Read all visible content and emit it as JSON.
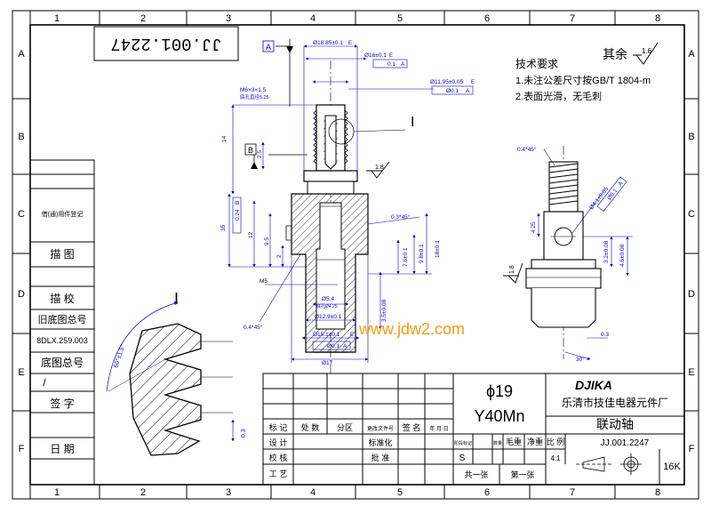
{
  "frame": {
    "columns": [
      "1",
      "2",
      "3",
      "4",
      "5",
      "6",
      "7",
      "8"
    ],
    "rows": [
      "A",
      "B",
      "C",
      "D",
      "E",
      "F"
    ]
  },
  "corner_code": "JJ.001.2247",
  "roughness_else": "其余",
  "roughness_else_value": "1.6",
  "tech_req": {
    "title": "技术要求",
    "item1": "1.未注公差尺寸按GB/T 1804-m",
    "item2": "2.表面光滑，无毛刺"
  },
  "side_block": {
    "registration": "借(通)用件登记",
    "draw": "描  图",
    "check": "描  校",
    "old_no_label": "旧底图总号",
    "old_no_value": "8DLX.259.003",
    "base_no_label": "底图总号",
    "slash": "/",
    "sign": "签  字",
    "date": "日  期"
  },
  "dims": {
    "d1": "Ø18.85±0.1",
    "d1_tag": "E",
    "d2": "Ø16±0.1",
    "d2_tag": "E",
    "d2_fcf_val": "0.1",
    "d2_fcf_ref": "A",
    "d3": "Ø11.95±0.05",
    "d3_tag": "E",
    "d3_fcf_val": "Ø0.1",
    "d3_fcf_ref": "A",
    "thread": "M6×3×1.5",
    "thread_note": "底孔直径5.25",
    "datum_a": "A",
    "datum_b": "B",
    "v14": "14",
    "v25": "2.5",
    "v35": "35",
    "v12": "12",
    "v95": "9.5",
    "v2": "2",
    "pos_fcf": "0.24",
    "pos_fcf_ref": "B",
    "chamfer_main": "0.3*45°",
    "v18": "18±0.1",
    "v98": "9.8±0.1",
    "v76": "7.6±0.1",
    "v3508": "3.5±0.08",
    "m5": "M5",
    "d54": "Ø5.4",
    "d54_note": "底孔Ø4.25",
    "d129": "Ø12.9±0.1",
    "d151": "Ø15.1±0.1",
    "d151_tag": "E",
    "bottom_fcf_val": "Ø0.1",
    "bottom_fcf_ref": "A",
    "d17": "Ø17",
    "chamfer_left": "0.4*45°",
    "rough_18": "1.8",
    "detail_label": "I",
    "detail_angle": "60°±1.5°",
    "detail_03": "0.3",
    "r_chamfer": "0.4*45°",
    "r_d41": "Ø4.1±0.05",
    "r_fcf_val": "Ø0.1",
    "r_fcf_ref": "A",
    "r_425": "4.25",
    "r_32": "3.2±0.08",
    "r_45": "4.5±0.08",
    "r_18": "1.8",
    "r_03": "0.3",
    "r_30": "30°"
  },
  "watermark": "www.jdw2.com",
  "title_block": {
    "material_dia": "ϕ19",
    "material_grade": "Y40Mn",
    "brand": "DJIKA",
    "company": "乐清市技佳电器元件厂",
    "part_name": "联动轴",
    "part_no": "JJ.001.2247",
    "h_mark": "标 记",
    "h_count": "处 数",
    "h_zone": "分区",
    "h_change": "更改文件号",
    "h_sign": "签 名",
    "h_date": "年 月 日",
    "h_design": "设 计",
    "h_std": "标准化",
    "h_check": "校 核",
    "h_approve": "批 准",
    "h_process": "工 艺",
    "h_stage": "阶段标记",
    "h_qty": "数量",
    "h_weight": "毛重",
    "h_net": "净重",
    "h_scale": "比 例",
    "stage_mark": "S",
    "scale": "4:1",
    "total_sheets": "共一张",
    "sheet_no": "第一张",
    "size": "16K"
  }
}
